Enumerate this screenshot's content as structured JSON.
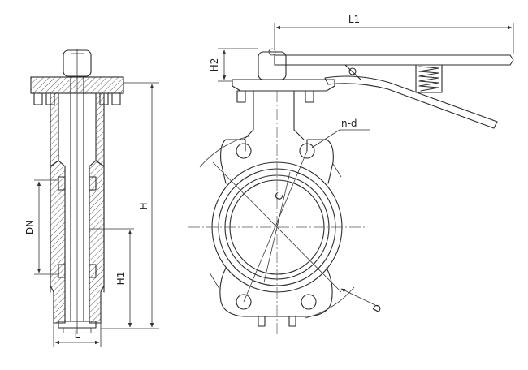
{
  "labels": {
    "L1": "L1",
    "H2": "H2",
    "nd": "n-d",
    "C": "C",
    "DN": "DN",
    "H": "H",
    "H1": "H1",
    "L": "L",
    "D": "D"
  },
  "colors": {
    "line": "#2b2b2b",
    "background": "#ffffff"
  }
}
